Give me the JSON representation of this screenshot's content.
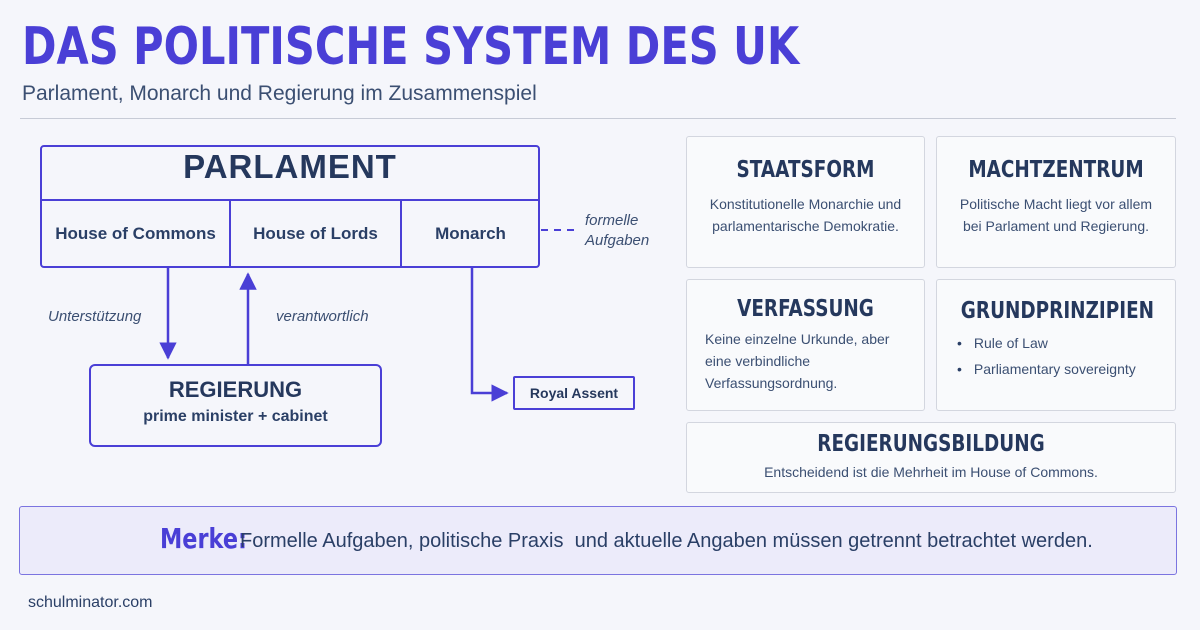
{
  "header": {
    "title": "DAS POLITISCHE SYSTEM DES UK",
    "subtitle": "Parlament, Monarch und Regierung im Zusammenspiel"
  },
  "diagram": {
    "parliament": {
      "title": "PARLAMENT",
      "cells": [
        "House of Commons",
        "House of Lords",
        "Monarch"
      ]
    },
    "formal_label_line1": "formelle",
    "formal_label_line2": "Aufgaben",
    "support_label": "Unterstützung",
    "responsible_label": "verantwortlich",
    "government": {
      "title": "REGIERUNG",
      "subtitle": "prime minister + cabinet"
    },
    "royal_assent": "Royal Assent"
  },
  "cards": {
    "staatsform": {
      "title": "STAATSFORM",
      "line1": "Konstitutionelle Monarchie und",
      "line2": "parlamentarische Demokratie."
    },
    "machtzentrum": {
      "title": "MACHTZENTRUM",
      "line1": "Politische Macht liegt vor allem",
      "line2": "bei Parlament und Regierung."
    },
    "verfassung": {
      "title": "VERFASSUNG",
      "line1": "Keine einzelne Urkunde, aber",
      "line2": "eine verbindliche",
      "line3": "Verfassungsordnung."
    },
    "grundprinzipien": {
      "title": "GRUNDPRINZIPIEN",
      "items": [
        "Rule of Law",
        "Parliamentary sovereignty"
      ]
    },
    "regierungsbildung": {
      "title": "REGIERUNGSBILDUNG",
      "text": "Entscheidend ist die Mehrheit im House of Commons."
    }
  },
  "note": {
    "label": "Merke:",
    "text": "Formelle Aufgaben, politische Praxis  und aktuelle Angaben müssen getrennt betrachtet werden."
  },
  "footer": "schulminator.com",
  "colors": {
    "accent": "#4a3fd6",
    "heading": "#25385d",
    "text": "#2a3f66",
    "background": "#f5f6fb",
    "note_background": "#ecebfa"
  }
}
